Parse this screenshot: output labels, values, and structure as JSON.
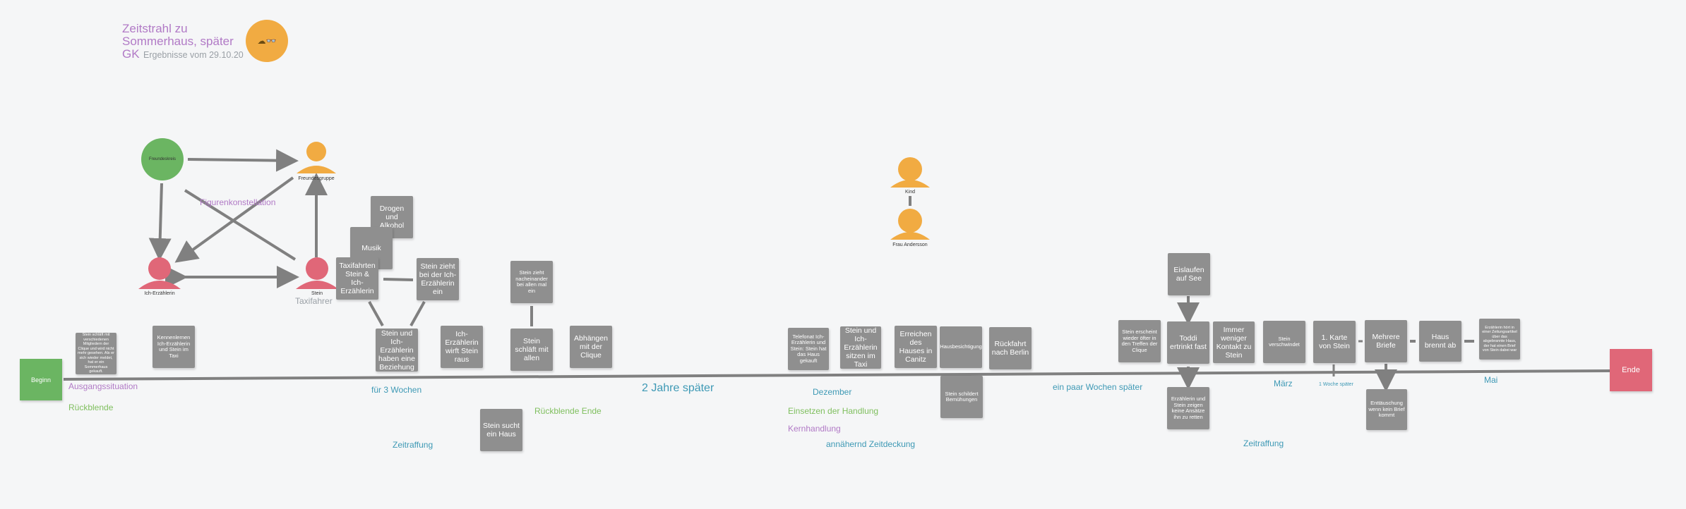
{
  "header": {
    "title": "Zeitstrahl zu Sommerhaus, später GK",
    "subtitle": "Ergebnisse vom 29.10.20",
    "logo_text": "☁👓"
  },
  "colors": {
    "accent": "#f1ab42",
    "start": "#6bb562",
    "end": "#e06778",
    "box": "#8f8f8f",
    "teal": "#3e99b5",
    "purple": "#b17ac6"
  },
  "timeline": {
    "start": "Beginn",
    "end": "Ende"
  },
  "constellation": {
    "heading": "Figurenkonstellation",
    "group": "Freundeskreis",
    "friends": "Freundesgruppe",
    "narrator": "Ich-Erzählerin",
    "stein": "Stein",
    "stein_role": "Taxifahrer",
    "kind": "Kind",
    "anderson": "Frau Andersson"
  },
  "boxes": {
    "b1": "Stein schläft mit verschiedenen Mitgliedern der Clique und wird nicht mehr gesehen. Als er sich wieder meldet, hat er ein Sommerhaus gekauft.",
    "b2": "Kennenlernen Ich-Erzählerin und Stein im Taxi",
    "b3": "Drogen und Alkohol",
    "b4": "Musik",
    "b5": "Taxifahrten Stein & Ich-Erzählerin",
    "b6": "Stein zieht bei der Ich-Erzählerin ein",
    "b7": "Stein und Ich-Erzählerin haben eine Beziehung",
    "b8": "Ich-Erzählerin wirft Stein raus",
    "b9": "Stein sucht ein Haus",
    "b10": "Stein zieht nacheinander bei allen mal ein",
    "b11": "Stein schläft mit allen",
    "b12": "Abhängen mit der Clique",
    "b13": "Telefonat Ich-Erzählerin und Stein: Stein hat das Haus gekauft",
    "b14": "Stein und Ich-Erzählerin sitzen im Taxi",
    "b15": "Erreichen des Hauses in Canitz",
    "b16": "Hausbesichtigung",
    "b17": "Stein schildert Bemühungen",
    "b18": "Rückfahrt nach Berlin",
    "b19": "Eislaufen auf See",
    "b20": "Stein erscheint wieder öfter in den Treffen der Clique",
    "b21": "Toddi ertrinkt fast",
    "b22": "Erzählerin und Stein zeigen keine Ansätze ihn zu retten",
    "b23": "Immer weniger Kontakt zu Stein",
    "b24": "Stein verschwindet",
    "b25": "1. Karte von Stein",
    "b26": "Mehrere Briefe",
    "b27": "Enttäuschung wenn kein Brief kommt",
    "b28": "Haus brennt ab",
    "b29": "Erzählerin hört in einer Zeitungsartikel über das abgebrannte Haus, der hat einen Brief von Stein dabei war"
  },
  "labels": {
    "ausgangssituation": "Ausgangssituation",
    "rueckblende": "Rückblende",
    "fuer3wochen": "für 3 Wochen",
    "zeitraffung1": "Zeitraffung",
    "rueckblende_ende": "Rückblende Ende",
    "zwei_jahre": "2 Jahre später",
    "dezember": "Dezember",
    "einsetzen": "Einsetzen der Handlung",
    "kernhandlung": "Kernhandlung",
    "zeitdeckung": "annähernd Zeitdeckung",
    "paar_wochen": "ein paar Wochen später",
    "zeitraffung2": "Zeitraffung",
    "maerz": "März",
    "woche_spaeter": "1 Woche später",
    "mai": "Mai"
  }
}
